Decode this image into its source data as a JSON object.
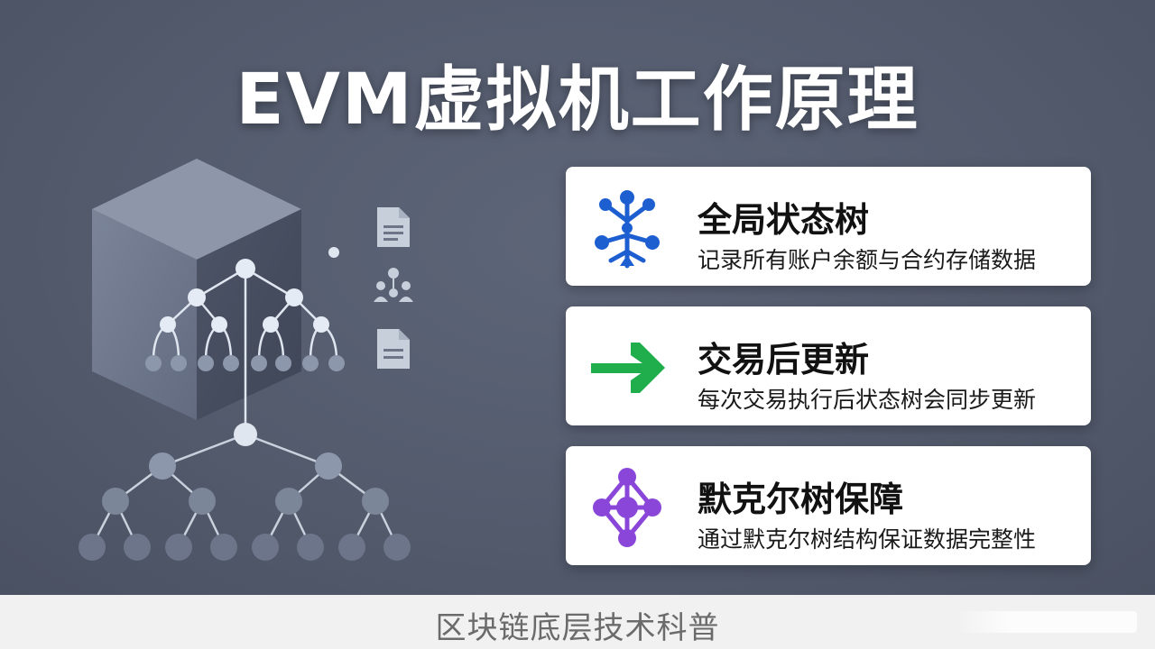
{
  "title": "EVM虚拟机工作原理",
  "cards": [
    {
      "icon": "tree-icon",
      "icon_color": "#1d5fd1",
      "title": "全局状态树",
      "desc": "记录所有账户余额与合约存储数据"
    },
    {
      "icon": "arrow-right-icon",
      "icon_color": "#1fae4b",
      "title": "交易后更新",
      "desc": "每次交易执行后状态树会同步更新"
    },
    {
      "icon": "merkle-network-icon",
      "icon_color": "#8a46d9",
      "title": "默克尔树保障",
      "desc": "通过默克尔树结构保证数据完整性"
    }
  ],
  "footer": "区块链底层技术科普",
  "colors": {
    "background": "#525a6c",
    "card": "#ffffff",
    "footer_bg": "#f1f1f1"
  }
}
